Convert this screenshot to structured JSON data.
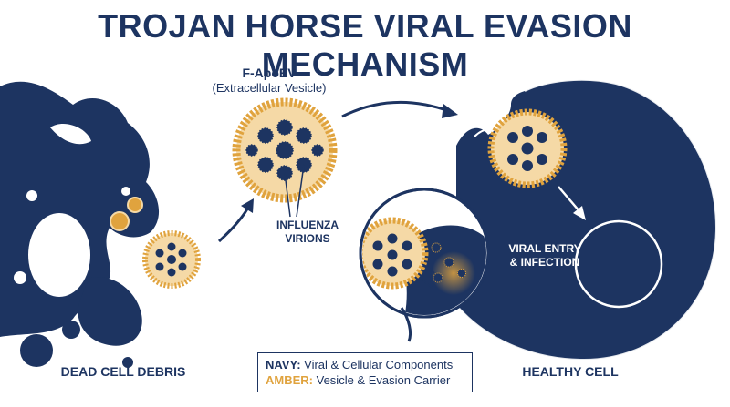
{
  "title": "TROJAN HORSE VIRAL EVASION MECHANISM",
  "vesicle": {
    "name": "F-ApoEV",
    "description": "(Extracellular Vesicle)"
  },
  "virions_label": [
    "INFLUENZA",
    "VIRIONS"
  ],
  "entry_label": [
    "VIRAL ENTRY",
    "& INFECTION"
  ],
  "debris_label": "DEAD CELL DEBRIS",
  "healthy_label": "HEALTHY CELL",
  "legend": {
    "navy_key": "NAVY:",
    "navy_text": "Viral & Cellular Components",
    "amber_key": "AMBER:",
    "amber_text": "Vesicle & Evasion Carrier"
  },
  "colors": {
    "navy": "#1d3461",
    "amber": "#e0a33e",
    "amber_light": "#f5d9a6"
  }
}
